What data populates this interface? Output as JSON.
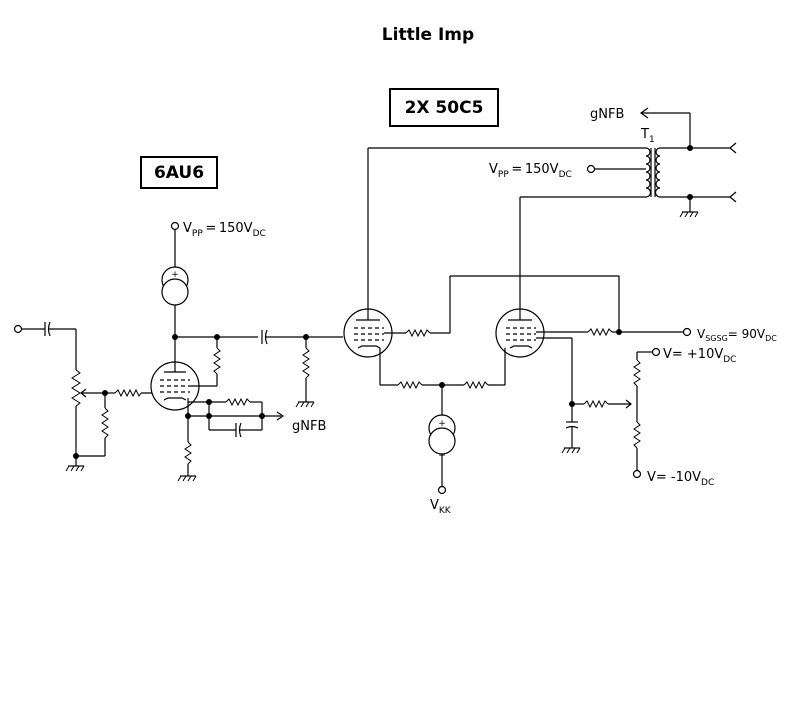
{
  "title": "Little Imp",
  "tube_labels": {
    "driver": "6AU6",
    "output": "2X 50C5"
  },
  "transformer_label": {
    "main": "T",
    "sub": "1"
  },
  "feedback": {
    "out_label": "gNFB",
    "in_label": "gNFB"
  },
  "supplies": {
    "vpp_driver": {
      "pre": "V",
      "sub1": "PP",
      "mid": " = 150V",
      "sub2": "DC"
    },
    "vpp_output": {
      "pre": "V",
      "sub1": "PP",
      "mid": " = 150V",
      "sub2": "DC"
    },
    "vsgsg": {
      "pre": "V",
      "sub1": "SGSG",
      "mid": "= 90V",
      "sub2": "DC"
    },
    "vplus": {
      "pre": "V= +10V",
      "sub": "DC"
    },
    "vminus": {
      "pre": "V= -10V",
      "sub": "DC"
    },
    "vkk": {
      "pre": "V",
      "sub": "KK"
    }
  },
  "cs_sign": {
    "plus": "+",
    "minus": "−"
  }
}
